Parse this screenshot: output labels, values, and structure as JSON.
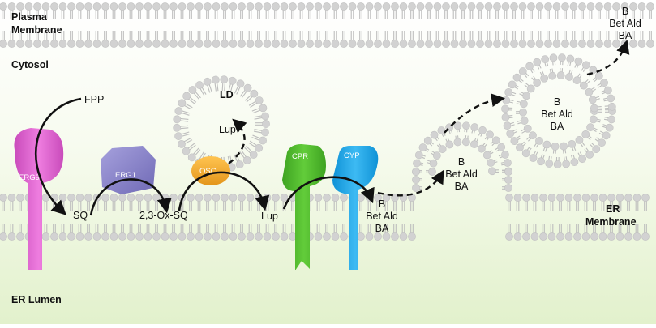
{
  "compartments": {
    "plasma_membrane": [
      "Plasma",
      "Membrane"
    ],
    "cytosol": "Cytosol",
    "er_membrane": [
      "ER",
      "Membrane"
    ],
    "er_lumen": "ER Lumen",
    "lipid_droplet": "LD"
  },
  "proteins": {
    "erg9": "ERG9",
    "erg1": "ERG1",
    "osc": "OSC",
    "cpr": "CPR",
    "cyp": "CYP"
  },
  "metabolites": {
    "fpp": "FPP",
    "sq": "SQ",
    "ox_sq": "2,3-Ox-SQ",
    "lup_membrane": "Lup",
    "lup_droplet": "Lup",
    "products_membrane": [
      "B",
      "Bet Ald",
      "BA"
    ],
    "products_budding": [
      "B",
      "Bet Ald",
      "BA"
    ],
    "products_vesicle": [
      "B",
      "Bet Ald",
      "BA"
    ],
    "products_plasma": [
      "B",
      "Bet Ald",
      "BA"
    ]
  },
  "colors": {
    "erg9": "#e46ad6",
    "erg1": "#8c86cc",
    "osc": "#f0a92a",
    "cpr": "#4cb82a",
    "cyp": "#1aa6e8",
    "lipid_head": "#d2d2d2",
    "lipid_tail": "#bdbdbd",
    "background_top": "#ffffff",
    "background_bottom": "#e4f2cf"
  }
}
